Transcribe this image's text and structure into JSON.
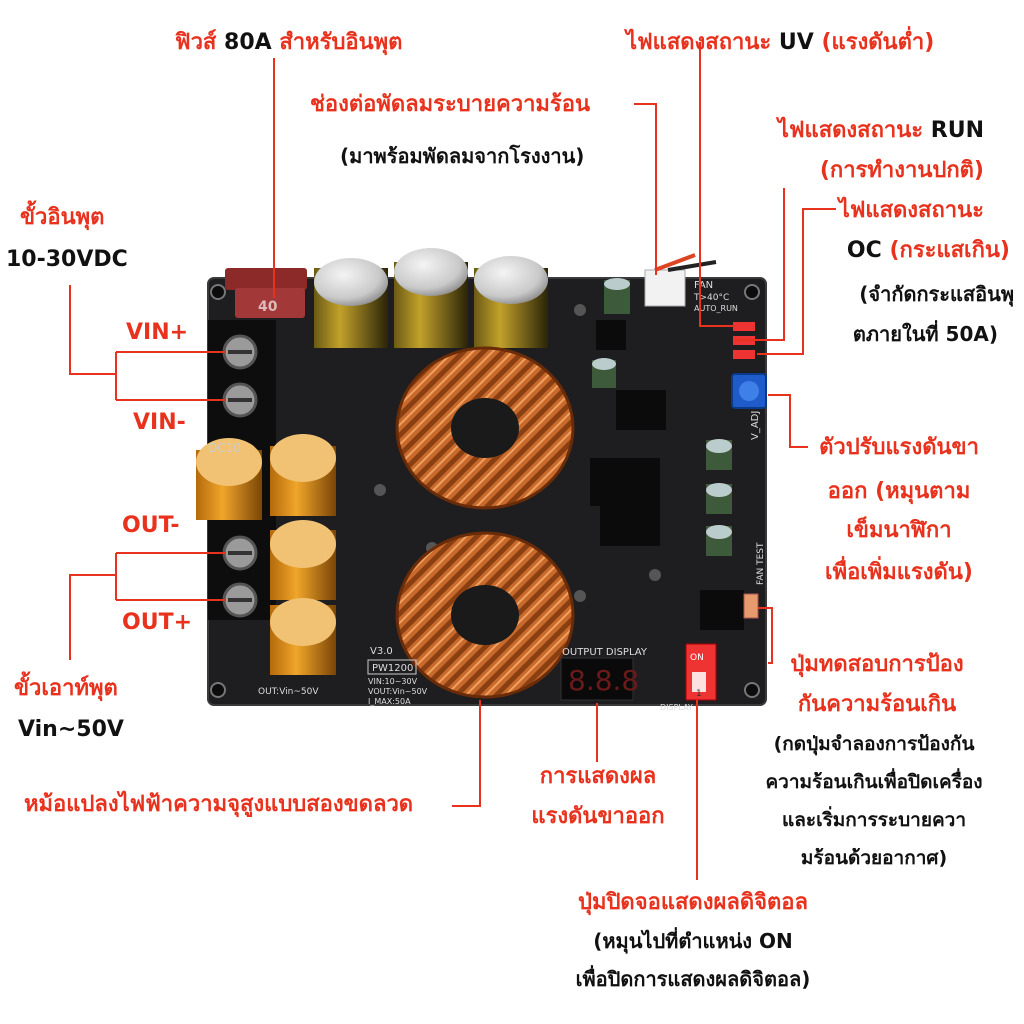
{
  "colors": {
    "accent": "#e8321e",
    "text": "#111111",
    "board": "#1e1e20",
    "copper": "#c8692a"
  },
  "labels": {
    "fuse": {
      "part1": "ฟิวส์ ",
      "bold": "80A",
      "part2": " สำหรับอินพุต"
    },
    "fan_port": {
      "line1": "ช่องต่อพัดลมระบายความร้อน",
      "line2": "(มาพร้อมพัดลมจากโรงงาน)"
    },
    "uv": {
      "part1": "ไฟแสดงสถานะ ",
      "bold": "UV",
      "part2": " (แรงดันต่ำ)"
    },
    "run": {
      "part1": "ไฟแสดงสถานะ ",
      "bold": "RUN",
      "line2": "(การทำงานปกติ)"
    },
    "oc": {
      "line1": "ไฟแสดงสถานะ",
      "bold": "OC",
      "part2": " (กระแสเกิน)",
      "line3": "(จำกัดกระแสอินพุ",
      "line4": "ตภายในที่ 50A)"
    },
    "input": {
      "line1": "ขั้วอินพุต",
      "line2": "10-30VDC"
    },
    "vin_plus": "VIN+",
    "vin_minus": "VIN-",
    "out_minus": "OUT-",
    "out_plus": "OUT+",
    "output_terminal": {
      "line1": "ขั้วเอาท์พุต",
      "line2": "Vin~50V"
    },
    "voltage_adjust": {
      "line1": "ตัวปรับแรงดันขา",
      "line2": "ออก (หมุนตาม",
      "line3": "เข็มนาฬิกา",
      "line4": "เพื่อเพิ่มแรงดัน)"
    },
    "fan_test": {
      "line1": "ปุ่มทดสอบการป้อง",
      "line2": "กันความร้อนเกิน",
      "line3": "(กดปุ่มจำลองการป้องกัน",
      "line4": "ความร้อนเกินเพื่อปิดเครื่อง",
      "line5": "และเริ่มการระบายควา",
      "line6": "มร้อนด้วยอากาศ)"
    },
    "display": {
      "line1": "การแสดงผล",
      "line2": "แรงดันขาออก"
    },
    "inductor": "หม้อแปลงไฟฟ้าความจุสูงแบบสองขดลวด",
    "display_switch": {
      "line1": "ปุ่มปิดจอแสดงผลดิจิตอล",
      "line2": "(หมุนไปที่ตำแหน่ง ON",
      "line3": "เพื่อปิดการแสดงผลดิจิตอล)"
    }
  },
  "board": {
    "model": "PW1200",
    "version": "V3.0",
    "spec_vin": "VIN:10~30V",
    "spec_vout": "VOUT:Vin~50V",
    "spec_imax": "I_MAX:50A",
    "out_label": "OUT:Vin~50V",
    "fan_label": "FAN",
    "fan_temp": "T>40°C",
    "fan_mode": "AUTO_RUN",
    "output_display": "OUTPUT DISPLAY",
    "segments": "8.8.8",
    "fan_test": "FAN TEST",
    "switch_on": "ON",
    "switch_num": "1",
    "display_silk": "DISPLAY",
    "v_adj": "V_ADJ",
    "fuse_value": "40",
    "cap_label": "EL",
    "dc10": "DC10"
  }
}
